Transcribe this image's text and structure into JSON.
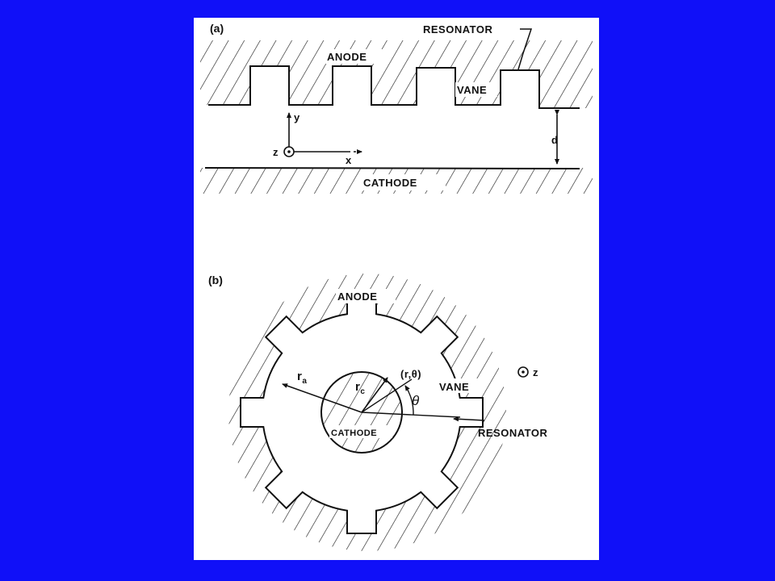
{
  "colors": {
    "background": "#1010f8",
    "paper": "#ffffff",
    "ink": "#111111"
  },
  "panel_a": {
    "label": "(a)",
    "resonator": "RESONATOR",
    "anode": "ANODE",
    "vane": "VANE",
    "cathode": "CATHODE",
    "axis_y": "y",
    "axis_z": "z",
    "axis_x": "x",
    "gap": "d"
  },
  "panel_b": {
    "label": "(b)",
    "anode": "ANODE",
    "vane": "VANE",
    "cathode": "CATHODE",
    "resonator": "RESONATOR",
    "r_a": "r",
    "r_a_sub": "a",
    "r_c": "r",
    "r_c_sub": "c",
    "point": "(r,θ)",
    "theta": "θ",
    "axis_z": "z"
  }
}
